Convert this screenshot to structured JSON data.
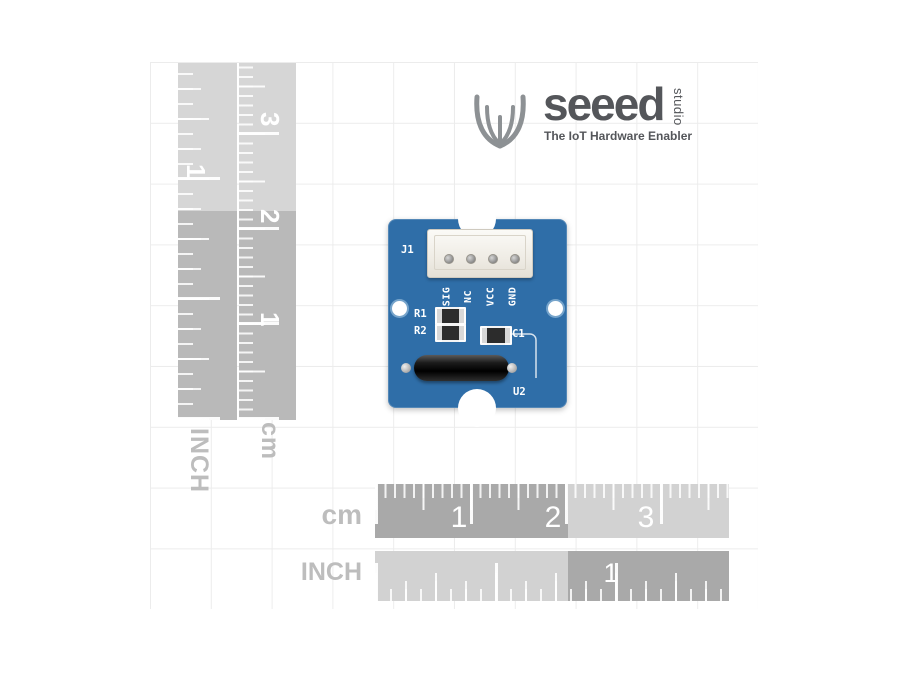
{
  "logo": {
    "brand": "seeed",
    "suffix": "studio",
    "tagline": "The IoT Hardware Enabler"
  },
  "board": {
    "connector_label": "J1",
    "pin_labels": [
      "SIG",
      "NC",
      "VCC",
      "GND"
    ],
    "component_labels": {
      "r1": "R1",
      "r2": "R2",
      "c1": "C1",
      "u2": "U2"
    }
  },
  "rulers": {
    "vertical_inch": {
      "label": "INCH",
      "numbers": [
        "1"
      ]
    },
    "vertical_cm": {
      "label": "cm",
      "numbers": [
        "3",
        "2",
        "1"
      ]
    },
    "horizontal_cm": {
      "label": "cm",
      "numbers": [
        "1",
        "2",
        "3"
      ]
    },
    "horizontal_inch": {
      "label": "INCH",
      "numbers": [
        "1"
      ]
    }
  },
  "colors": {
    "pcb_blue": "#2f6ea8",
    "ruler_dark": "#a9a9a9",
    "ruler_light": "#d2d2d2",
    "logo_gray": "#54565a",
    "label_gray": "#bdbdbd"
  }
}
